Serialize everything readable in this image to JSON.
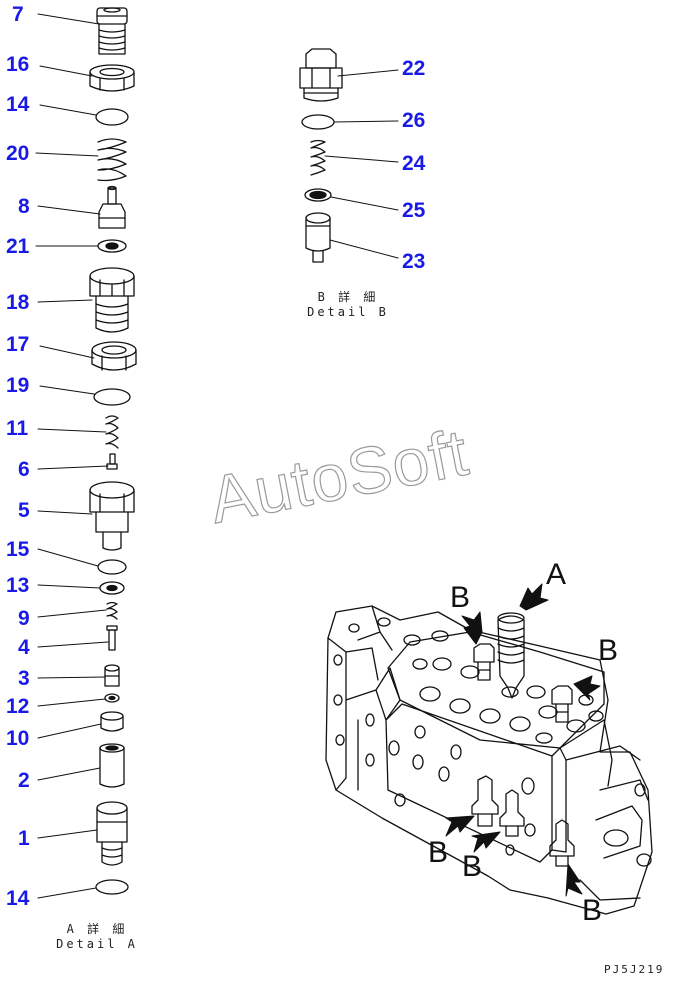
{
  "detail_a": {
    "part_numbers": [
      "7",
      "16",
      "14",
      "20",
      "8",
      "21",
      "18",
      "17",
      "19",
      "11",
      "6",
      "5",
      "15",
      "13",
      "9",
      "4",
      "3",
      "12",
      "10",
      "2",
      "1",
      "14"
    ],
    "caption_jp": "A 詳 細",
    "caption_en": "Detail A"
  },
  "detail_b": {
    "part_numbers": [
      "22",
      "26",
      "24",
      "25",
      "23"
    ],
    "caption_jp": "B 詳 細",
    "caption_en": "Detail B"
  },
  "assembly": {
    "callouts": [
      "B",
      "A",
      "B",
      "B",
      "B",
      "B"
    ]
  },
  "watermark": "AutoSoft",
  "drawing_code": "PJ5J219",
  "colors": {
    "label": "#1a1ae6",
    "line": "#111111"
  }
}
